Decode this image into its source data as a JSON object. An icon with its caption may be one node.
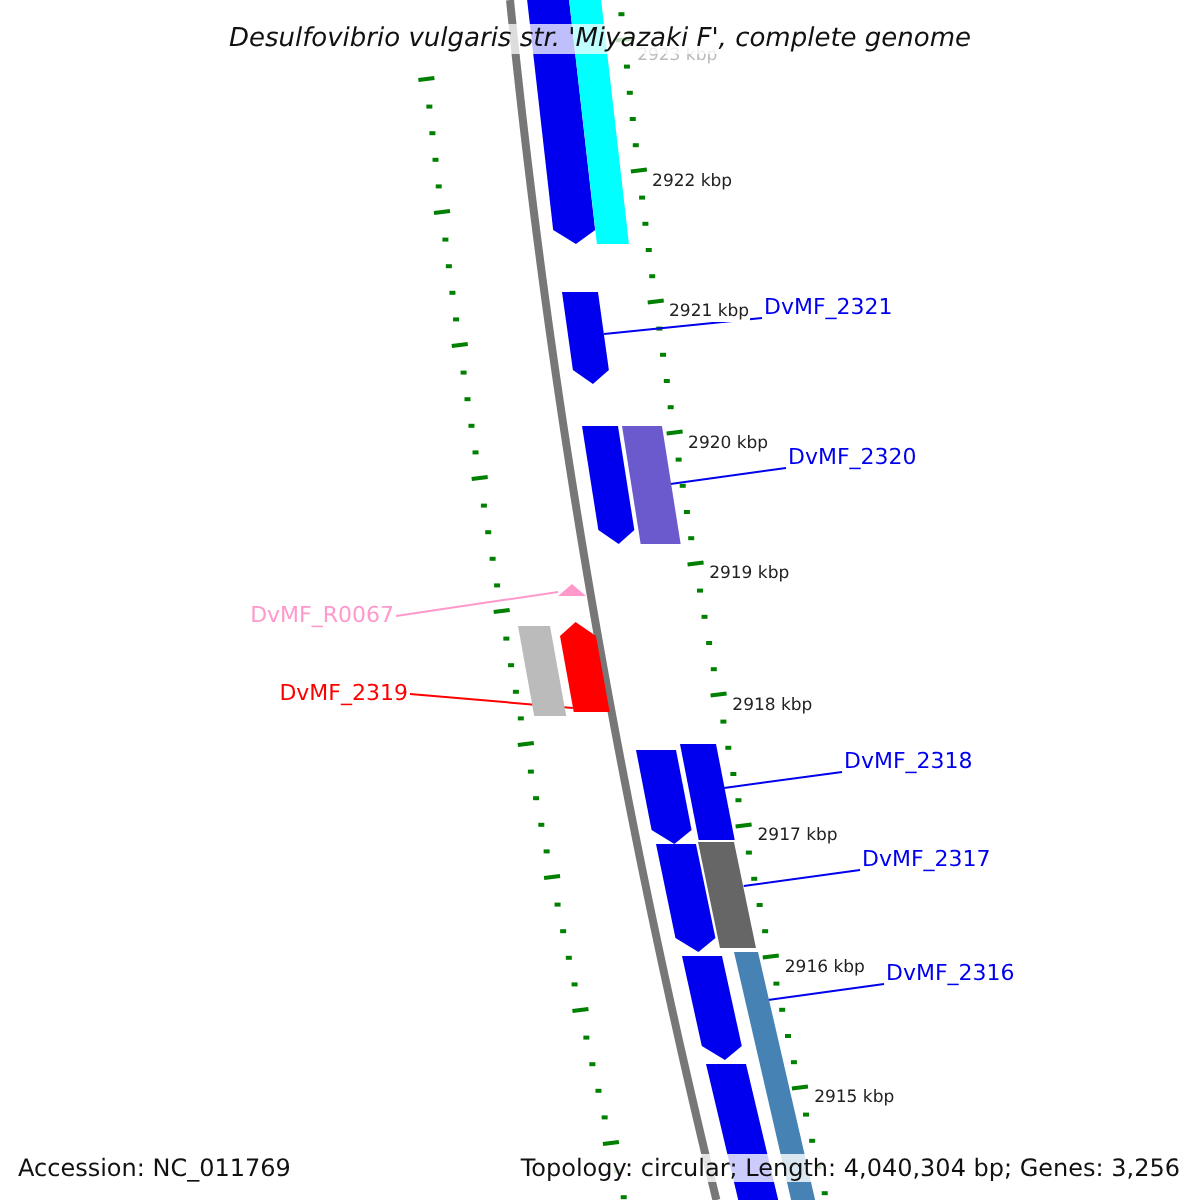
{
  "diagram": {
    "title": "Desulfovibrio vulgaris str. 'Miyazaki F', complete genome",
    "nodes": [
      {
        "text": [
          "DvMF_2321"
        ]
      },
      {
        "text": [],
        "shape": "arrow"
      },
      {
        "text": [
          "DvMF_2320"
        ]
      },
      {
        "text": [],
        "shape": "box"
      },
      {
        "text": [
          "DvMF_R0067"
        ]
      },
      {
        "text": [],
        "shape": "triangle"
      },
      {
        "text": [
          "DvMF_2319"
        ]
      },
      {
        "text": [],
        "shape": "arrow"
      },
      {
        "text": [
          "DvMF_2318"
        ]
      },
      {
        "text": [],
        "shape": "box"
      },
      {
        "text": [
          "DvMF_2317"
        ]
      },
      {
        "text": [],
        "shape": "box"
      },
      {
        "text": [
          "DvMF_2316"
        ]
      },
      {
        "text": [],
        "shape": "box"
      },
      {
        "text": [],
        "shape": "arrow"
      },
      {
        "text": [],
        "shape": "box"
      },
      {
        "text": [],
        "shape": "arrow"
      },
      {
        "text": [],
        "shape": "box"
      },
      {
        "text": [],
        "shape": "arrow"
      },
      {
        "text": [],
        "shape": "arrow"
      },
      {
        "text": [],
        "shape": "arrow"
      },
      {
        "text": [],
        "shape": "box"
      }
    ],
    "edges": [
      {
        "from": 0,
        "to": 1,
        "arrow": "none"
      },
      {
        "from": 2,
        "to": 3,
        "arrow": "none"
      },
      {
        "from": 4,
        "to": 5,
        "arrow": "none",
        "color": "#ff99cc"
      },
      {
        "from": 6,
        "to": 7,
        "arrow": "none",
        "color": "#ff0000"
      },
      {
        "from": 8,
        "to": 9,
        "arrow": "none"
      },
      {
        "from": 10,
        "to": 11,
        "arrow": "none"
      },
      {
        "from": 12,
        "to": 13,
        "arrow": "none"
      }
    ],
    "labels": [
      "2923 kbp",
      "2922 kbp",
      "2921 kbp",
      "2920 kbp",
      "2919 kbp",
      "2918 kbp",
      "2917 kbp",
      "2916 kbp",
      "2915 kbp",
      "Accession: NC_011769",
      "Topology: circular; Length: 4,040,304 bp; Genes: 3,256"
    ]
  }
}
